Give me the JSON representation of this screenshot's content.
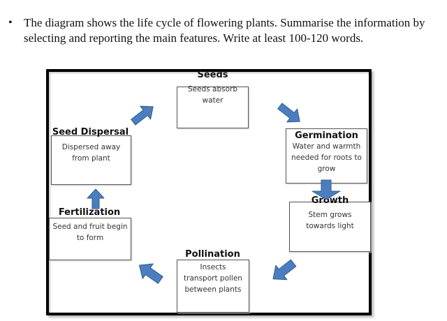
{
  "prompt": {
    "bullet": "•",
    "text": "The diagram shows the life cycle of flowering plants. Summarise the information by selecting and reporting the main features. Write at least 100-120 words."
  },
  "diagram": {
    "arrow_color": "#4a7ebf",
    "arrow_outline": "#2f5c91",
    "stages": {
      "seeds": {
        "title": "Seeds",
        "description": "Seeds absorb water"
      },
      "germination": {
        "title": "Germination",
        "description": "Water and warmth needed for roots to grow"
      },
      "growth": {
        "title": "Growth",
        "description": "Stem grows towards light"
      },
      "pollination": {
        "title": "Pollination",
        "description": "Insects transport pollen between plants"
      },
      "fertilization": {
        "title": "Fertilization",
        "description": "Seed and fruit begin to form"
      },
      "seed_dispersal": {
        "title": "Seed Dispersal",
        "description": "Dispersed away from plant"
      }
    },
    "flow": [
      "Seeds",
      "Germination",
      "Growth",
      "Pollination",
      "Fertilization",
      "Seed Dispersal",
      "Seeds"
    ]
  }
}
